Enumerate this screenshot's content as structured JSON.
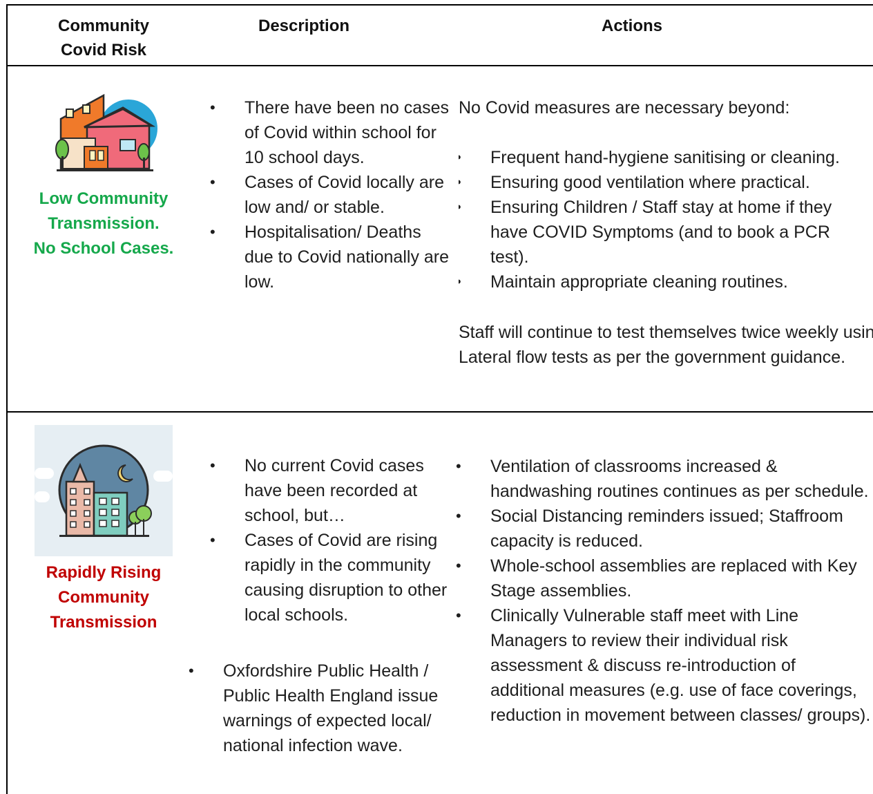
{
  "headers": {
    "risk": "Community\nCovid Risk",
    "description": "Description",
    "actions": "Actions"
  },
  "rows": [
    {
      "risk_label": "Low Community\nTransmission.\n No School Cases.",
      "risk_color": "#15a84b",
      "icon": "house-icon",
      "description": [
        "There have been no cases of Covid within school for 10 school days.",
        "Cases of Covid locally are low and/ or stable.",
        "Hospitalisation/ Deaths due to Covid nationally are low."
      ],
      "actions_intro": "No Covid measures are necessary beyond:",
      "actions": [
        "Frequent hand-hygiene sanitising or cleaning.",
        "Ensuring good ventilation where practical.",
        "Ensuring Children / Staff stay at home if they have COVID Symptoms (and to book a PCR test).",
        "Maintain appropriate cleaning routines."
      ],
      "actions_outro": "Staff will continue to test themselves twice weekly using Lateral flow tests as per the government guidance."
    },
    {
      "risk_label": "Rapidly Rising\nCommunity\n Transmission",
      "risk_color": "#c00000",
      "icon": "city-night-icon",
      "description": [
        "No current Covid cases have been recorded at school, but…",
        "Cases of Covid are rising rapidly in the community causing disruption to other local schools."
      ],
      "description_extra": "Oxfordshire Public Health / Public Health England issue warnings of expected local/ national infection wave.",
      "actions": [
        "Ventilation of classrooms increased & handwashing routines continues as per schedule.",
        "Social Distancing reminders issued; Staffroom capacity is reduced.",
        "Whole-school assemblies are replaced with Key Stage assemblies.",
        "Clinically Vulnerable staff meet with Line Managers to review their individual risk assessment & discuss re-introduction of additional measures (e.g. use of face coverings, reduction in movement between classes/ groups)."
      ]
    }
  ]
}
